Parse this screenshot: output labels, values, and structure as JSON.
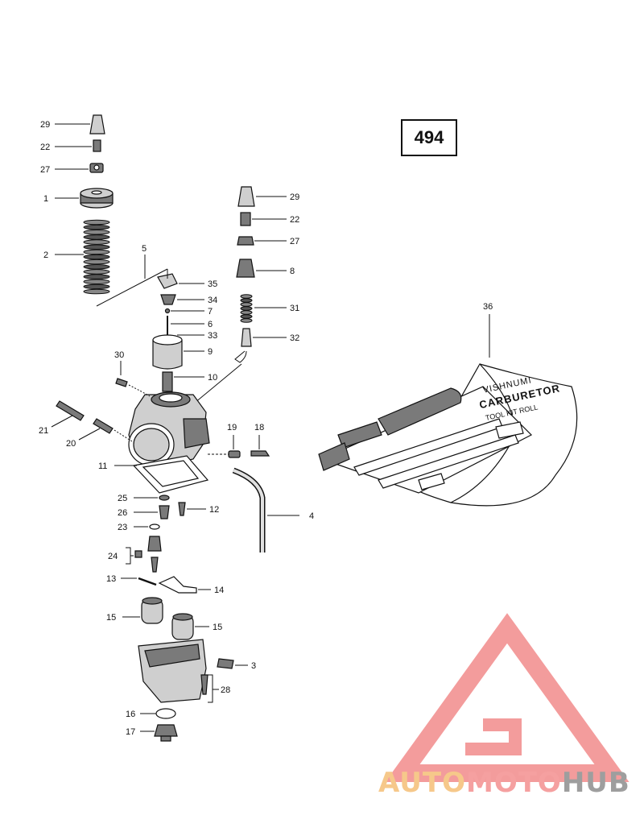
{
  "page_number": "494",
  "watermark": {
    "part1": "AUTO",
    "part2": "MOTO",
    "part3": "HUB",
    "colors": {
      "auto": "#f6c88a",
      "moto": "#f5a0a0",
      "hub": "#9e9e9e",
      "logo": "#f28b8b"
    }
  },
  "tool_kit": {
    "lines": [
      "VISHNUMI",
      "CARBURETOR",
      "TOOL KIT ROLL"
    ]
  },
  "callouts": {
    "c29a": "29",
    "c22a": "22",
    "c27a": "27",
    "c1": "1",
    "c2": "2",
    "c5": "5",
    "c35": "35",
    "c34": "34",
    "c7": "7",
    "c6": "6",
    "c33": "33",
    "c9": "9",
    "c10": "10",
    "c30": "30",
    "c29b": "29",
    "c22b": "22",
    "c27b": "27",
    "c8": "8",
    "c31": "31",
    "c32": "32",
    "c36": "36",
    "c21": "21",
    "c20": "20",
    "c19": "19",
    "c18": "18",
    "c11": "11",
    "c25": "25",
    "c26": "26",
    "c12": "12",
    "c23": "23",
    "c4": "4",
    "c24": "24",
    "c13": "13",
    "c14": "14",
    "c15a": "15",
    "c15b": "15",
    "c3": "3",
    "c28": "28",
    "c16": "16",
    "c17": "17"
  }
}
